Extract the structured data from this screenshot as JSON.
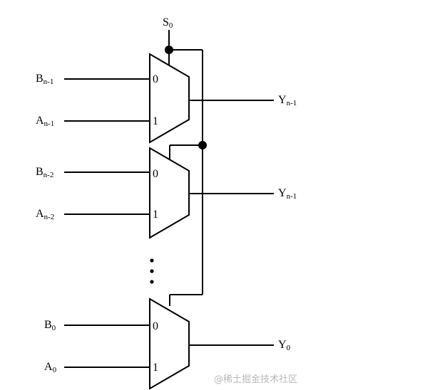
{
  "select": {
    "base": "S",
    "sub": "0"
  },
  "muxes": [
    {
      "in0": {
        "base": "B",
        "sub": "n-1"
      },
      "in1": {
        "base": "A",
        "sub": "n-1"
      },
      "out": {
        "base": "Y",
        "sub": "n-1"
      },
      "port0": "0",
      "port1": "1"
    },
    {
      "in0": {
        "base": "B",
        "sub": "n-2"
      },
      "in1": {
        "base": "A",
        "sub": "n-2"
      },
      "out": {
        "base": "Y",
        "sub": "n-1"
      },
      "port0": "0",
      "port1": "1"
    },
    {
      "in0": {
        "base": "B",
        "sub": "0"
      },
      "in1": {
        "base": "A",
        "sub": "0"
      },
      "out": {
        "base": "Y",
        "sub": "0"
      },
      "port0": "0",
      "port1": "1"
    }
  ],
  "ellipsis": "⋮",
  "watermark": "@稀土掘金技术社区"
}
